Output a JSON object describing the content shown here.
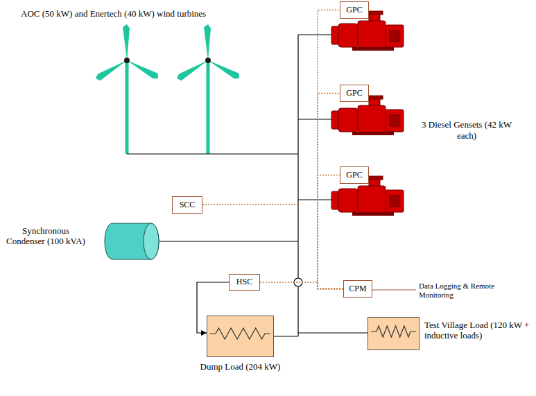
{
  "diagram": {
    "nodes": [
      {
        "text": [
          "GPC"
        ]
      },
      {
        "text": [
          "GPC"
        ]
      },
      {
        "text": [
          "GPC"
        ]
      },
      {
        "text": [
          "SCC"
        ]
      },
      {
        "text": [
          "Synchronous Condenser (100 kVA)"
        ]
      },
      {
        "text": [
          "HSC"
        ]
      },
      {
        "text": [
          "CPM"
        ]
      },
      {
        "text": [
          "Dump Load (204 kW)"
        ]
      },
      {
        "text": [
          "Test Village Load (120 kW + inductive loads)"
        ]
      }
    ],
    "edges": [
      {
        "from": 6,
        "to": 0,
        "arrow": "none"
      },
      {
        "from": 6,
        "to": 1,
        "arrow": "none"
      },
      {
        "from": 6,
        "to": 2,
        "arrow": "none"
      },
      {
        "from": 5,
        "to": 6,
        "arrow": "none"
      },
      {
        "from": 5,
        "to": 7,
        "arrow": "to"
      }
    ],
    "labels": [
      "AOC (50 kW) and Enertech (40 kW) wind turbines",
      "3 Diesel Gensets (42 kW each)",
      "Data Logging & Remote Monitoring"
    ]
  }
}
